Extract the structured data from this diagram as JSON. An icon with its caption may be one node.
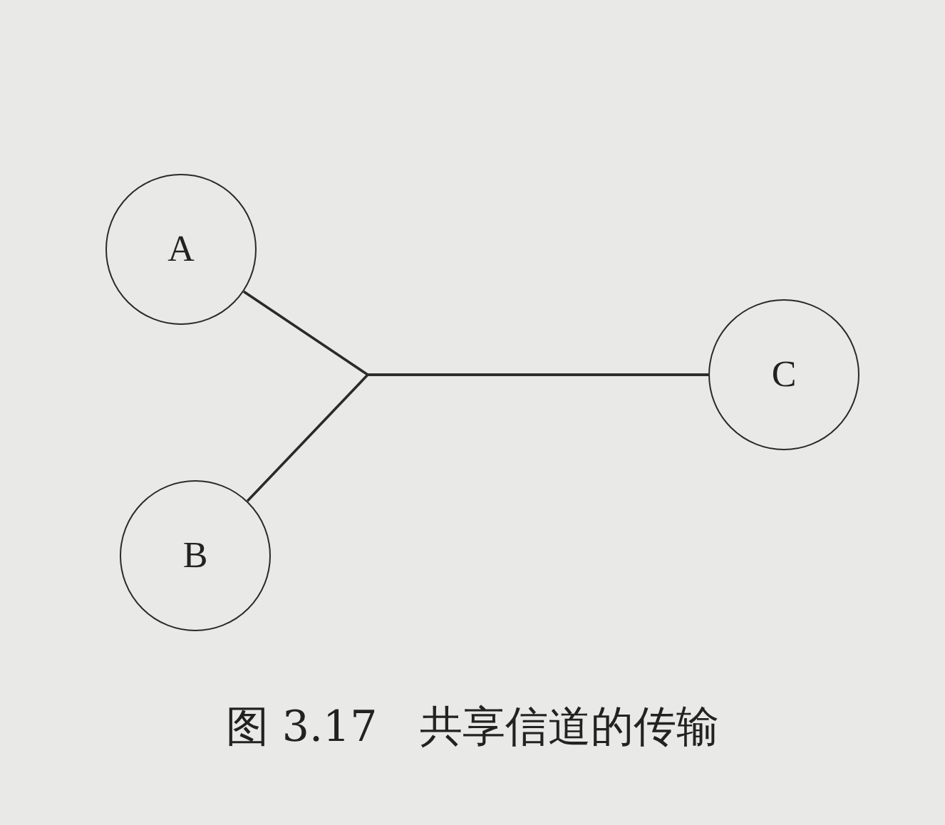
{
  "diagram": {
    "caption": "图 3.17　共享信道的传输",
    "nodes": [
      {
        "text": [
          "A"
        ]
      },
      {
        "text": [
          "B"
        ]
      },
      {
        "text": [
          "C"
        ]
      }
    ],
    "edges": [
      {
        "from": 0,
        "to": 2,
        "arrow": "none"
      },
      {
        "from": 1,
        "to": 2,
        "arrow": "none"
      }
    ]
  }
}
